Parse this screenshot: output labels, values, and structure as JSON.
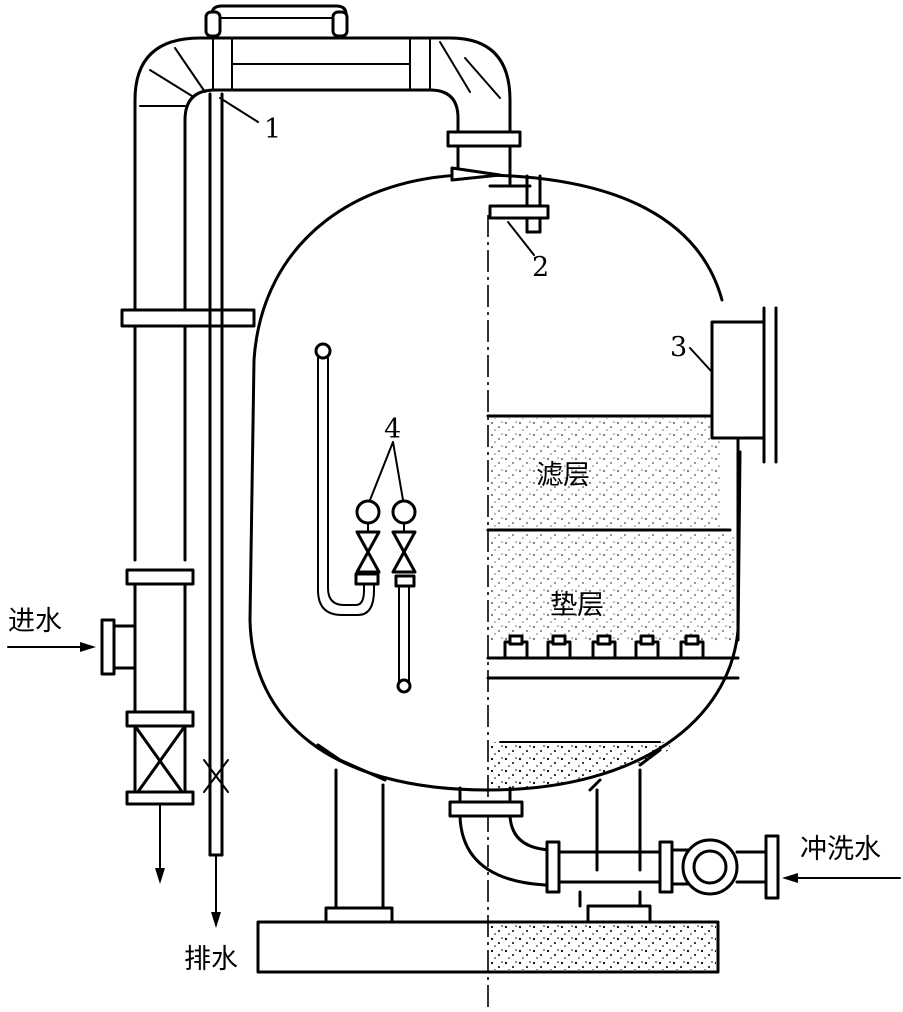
{
  "labels": {
    "inlet": "进水",
    "drain": "排水",
    "backwash": "冲洗水",
    "filter_layer": "滤层",
    "support_layer": "垫层"
  },
  "callouts": {
    "c1": "1",
    "c2": "2",
    "c3": "3",
    "c4": "4"
  },
  "colors": {
    "line": "#000000",
    "background": "#ffffff"
  }
}
